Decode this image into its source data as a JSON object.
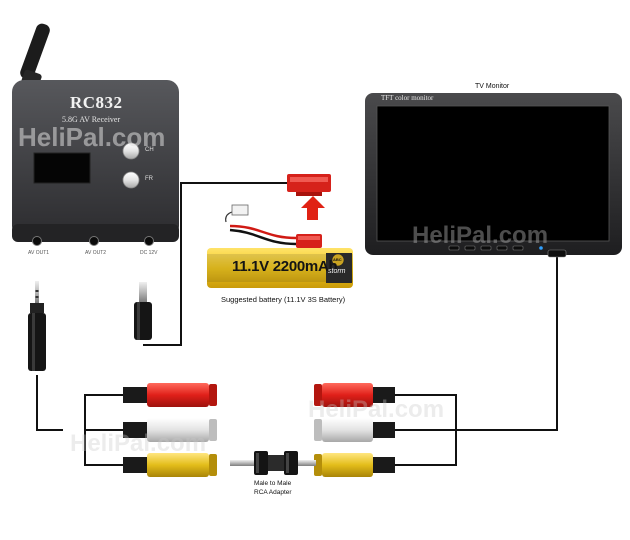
{
  "receiver": {
    "model": "RC832",
    "subtitle": "5.8G AV Receiver",
    "ch_label": "CH",
    "fr_label": "FR",
    "port_labels": [
      "AV OUT1",
      "AV OUT2",
      "DC 12V"
    ]
  },
  "monitor": {
    "title": "TV Monitor",
    "screen_label": "TFT color monitor"
  },
  "battery": {
    "text": "11.1V 2200mAh",
    "brand": "storm",
    "badge": "ABC",
    "caption": "Suggested battery (11.1V 3S Battery)"
  },
  "adapter": {
    "caption_line1": "Male to Male",
    "caption_line2": "RCA Adapter"
  },
  "watermark": "HeliPal.com",
  "colors": {
    "receiver_body": "#3b3b3e",
    "screen": "#000000",
    "rca_red": "#e0201a",
    "rca_white": "#e6e6e6",
    "rca_yellow": "#e8c21c",
    "battery_yellow": "#f2c81e",
    "jst_red": "#d6221b",
    "arrow_red": "#e02214"
  }
}
